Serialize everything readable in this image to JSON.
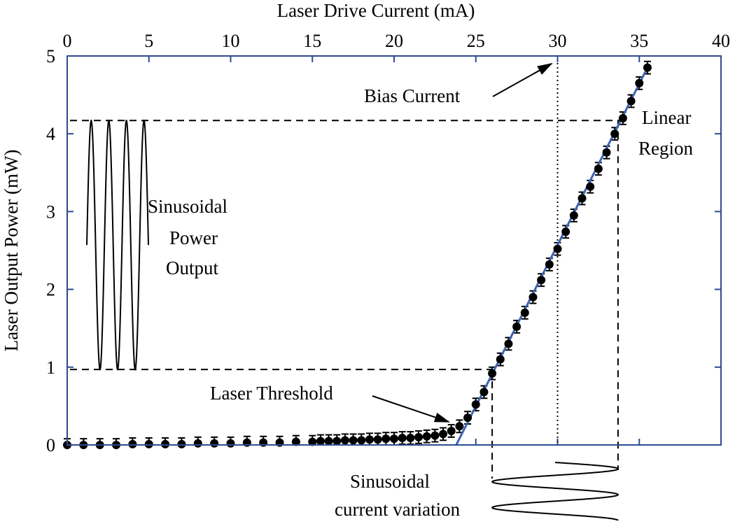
{
  "chart_data": {
    "type": "scatter",
    "xlabel": "Laser Drive Current (mA)",
    "ylabel": "Laser Output Power (mW)",
    "xlim": [
      0,
      40
    ],
    "ylim": [
      0,
      5
    ],
    "x_ticks": [
      "0",
      "5",
      "10",
      "15",
      "20",
      "25",
      "30",
      "35",
      "40"
    ],
    "y_ticks": [
      "0",
      "1",
      "2",
      "3",
      "4",
      "5"
    ],
    "x_axis_position": "top",
    "grid": false,
    "colors": {
      "axes": "#2e4a8f",
      "fit_line": "#3c64b4",
      "markers": "#000000"
    },
    "series": [
      {
        "marker": "filled-circle-with-errorbars",
        "x": [
          0,
          1,
          2,
          3,
          4,
          5,
          6,
          7,
          8,
          9,
          10,
          11,
          12,
          13,
          14,
          15,
          15.5,
          16,
          16.5,
          17,
          17.5,
          18,
          18.5,
          19,
          19.5,
          20,
          20.5,
          21,
          21.5,
          22,
          22.5,
          23,
          23.5,
          24,
          24.5,
          25,
          25.5,
          26,
          26.5,
          27,
          27.5,
          28,
          28.5,
          29,
          29.5,
          30,
          30.5,
          31,
          31.5,
          32,
          32.5,
          33,
          33.5,
          34,
          34.5,
          35,
          35.5
        ],
        "y": [
          0.0,
          0.0,
          0.0,
          0.0,
          0.01,
          0.01,
          0.01,
          0.01,
          0.02,
          0.02,
          0.02,
          0.03,
          0.03,
          0.03,
          0.04,
          0.04,
          0.05,
          0.05,
          0.05,
          0.06,
          0.06,
          0.06,
          0.07,
          0.07,
          0.08,
          0.08,
          0.09,
          0.09,
          0.1,
          0.11,
          0.12,
          0.14,
          0.18,
          0.24,
          0.35,
          0.52,
          0.68,
          0.92,
          1.1,
          1.3,
          1.52,
          1.7,
          1.9,
          2.12,
          2.32,
          2.52,
          2.74,
          2.95,
          3.17,
          3.32,
          3.55,
          3.76,
          4.0,
          4.2,
          4.42,
          4.65,
          4.85
        ],
        "y_error": 0.08
      }
    ],
    "fit_line": {
      "x": [
        23.8,
        35.5
      ],
      "y": [
        0.0,
        4.85
      ]
    },
    "reference_lines": {
      "bias_current_x": 30,
      "upper_power_y": 4.17,
      "lower_power_y": 0.97,
      "current_min_x": 26.0,
      "current_max_x": 33.7
    },
    "annotations": [
      {
        "id": "bias",
        "text": "Bias Current"
      },
      {
        "id": "linear1",
        "text": "Linear"
      },
      {
        "id": "linear2",
        "text": "Region"
      },
      {
        "id": "sinpow1",
        "text": "Sinusoidal"
      },
      {
        "id": "sinpow2",
        "text": "Power"
      },
      {
        "id": "sinpow3",
        "text": "Output"
      },
      {
        "id": "threshold",
        "text": "Laser Threshold"
      },
      {
        "id": "sincur1",
        "text": "Sinusoidal"
      },
      {
        "id": "sincur2",
        "text": "current variation"
      }
    ]
  }
}
